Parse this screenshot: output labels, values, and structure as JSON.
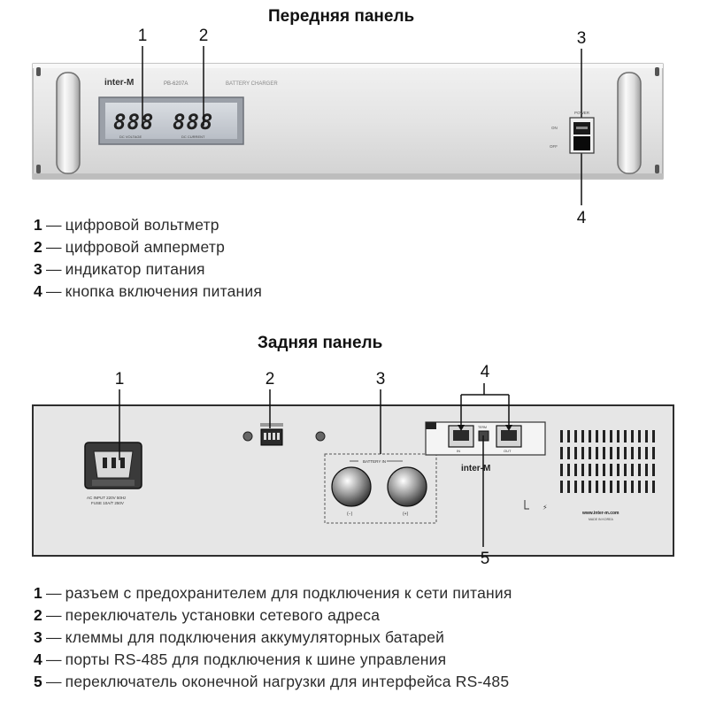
{
  "front": {
    "title": "Передняя панель",
    "brand": "inter-M",
    "model": "PB-6207A",
    "device_name": "BATTERY CHARGER",
    "display_left": "888",
    "display_right": "888",
    "display_left_label": "DC VOLTAGE",
    "display_right_label": "DC CURRENT",
    "power_label": "POWER",
    "on_label": "ON",
    "off_label": "OFF",
    "callouts": [
      "1",
      "2",
      "3",
      "4"
    ],
    "legend": [
      {
        "num": "1",
        "text": "цифровой вольтметр"
      },
      {
        "num": "2",
        "text": "цифровой амперметр"
      },
      {
        "num": "3",
        "text": "индикатор питания"
      },
      {
        "num": "4",
        "text": "кнопка включения питания"
      }
    ]
  },
  "rear": {
    "title": "Задняя панель",
    "brand": "inter-M",
    "ac_input_label": "AC INPUT 220V 50Hz",
    "fuse_label": "FUSE 10A/T 250V",
    "battery_label": "BATTERY IN",
    "minus_label": "(−)",
    "plus_label": "(+)",
    "port_in_label": "IN",
    "port_out_label": "OUT",
    "term_label": "TERM",
    "website": "www.inter-m.com",
    "made_in": "MADE IN KOREA",
    "callouts": [
      "1",
      "2",
      "3",
      "4",
      "5"
    ],
    "legend": [
      {
        "num": "1",
        "text": "разъем с предохранителем для подключения к сети питания"
      },
      {
        "num": "2",
        "text": "переключатель установки сетевого адреса"
      },
      {
        "num": "3",
        "text": "клеммы для подключения аккумуляторных батарей"
      },
      {
        "num": "4",
        "text": "порты RS-485 для подключения к шине управления"
      },
      {
        "num": "5",
        "text": "переключатель оконечной нагрузки для интерфейса RS-485"
      }
    ]
  }
}
